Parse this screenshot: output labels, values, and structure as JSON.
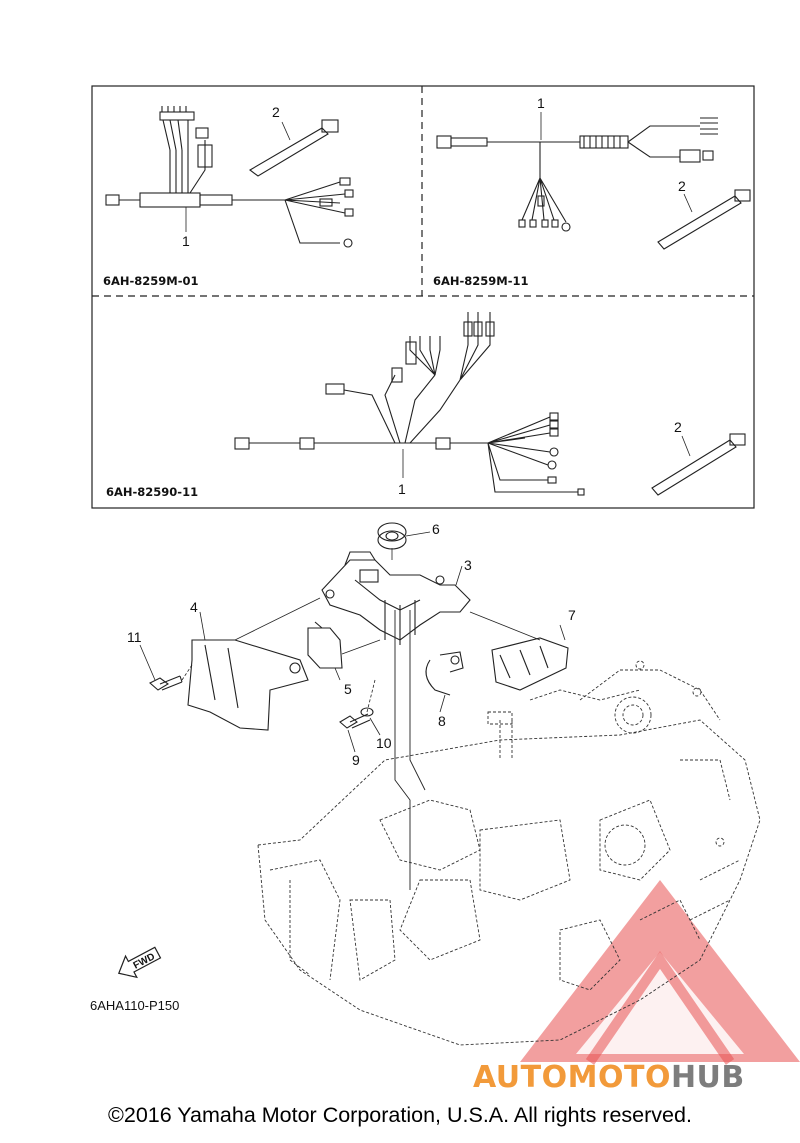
{
  "panels": [
    {
      "code": "6AH-8259M-01",
      "callouts": [
        "2",
        "1"
      ]
    },
    {
      "code": "6AH-8259M-11",
      "callouts": [
        "1",
        "2"
      ]
    },
    {
      "code": "6AH-82590-11",
      "callouts": [
        "2",
        "1"
      ]
    }
  ],
  "assembly": {
    "callouts": [
      "6",
      "3",
      "4",
      "7",
      "11",
      "5",
      "8",
      "10",
      "9"
    ],
    "fwd_label": "FWD",
    "figure_code": "6AHA110-P150"
  },
  "watermark": {
    "brand_a": "AUTOMOTO",
    "brand_b": "HUB",
    "color_a": "#f29a3a",
    "color_b": "#7d7d7d",
    "triangle_color": "#e85050"
  },
  "footer": {
    "copyright": "©2016 Yamaha Motor Corporation, U.S.A. All rights reserved."
  }
}
